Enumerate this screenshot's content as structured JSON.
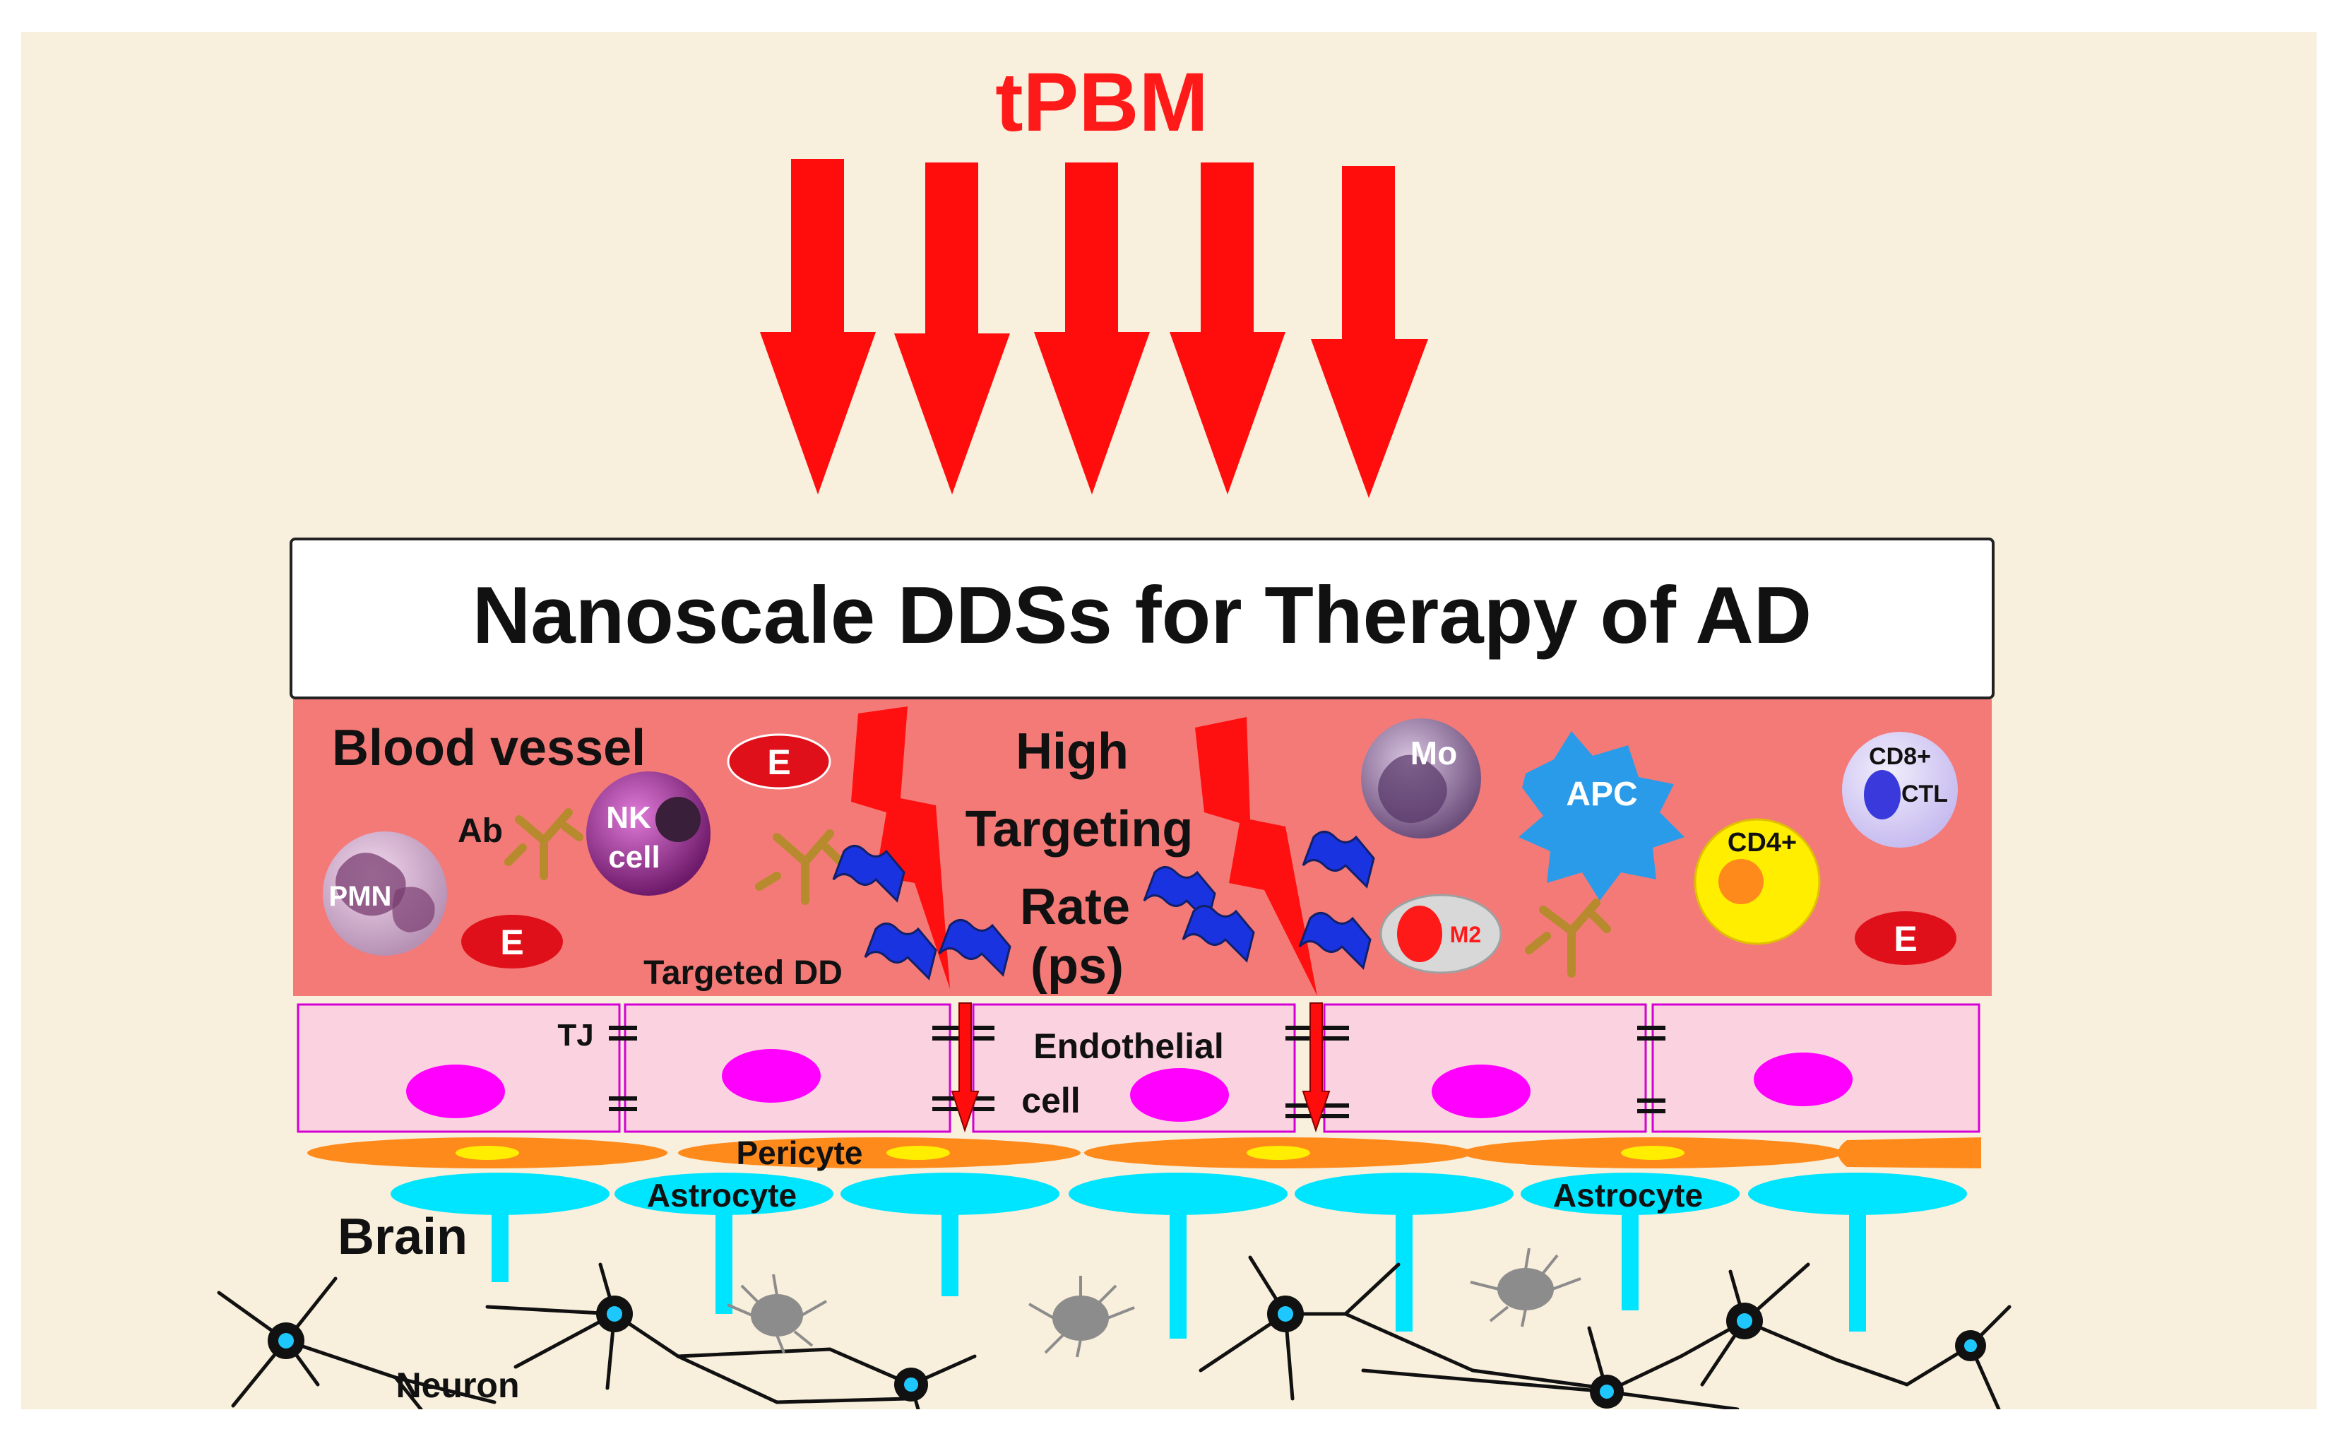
{
  "top_label": "tPBM",
  "title": "Nanoscale DDSs for Therapy of AD",
  "blood_vessel_label": "Blood vessel",
  "high_targeting": [
    "High",
    "Targeting",
    "Rate",
    "(ps)"
  ],
  "targeted_dd_label": "Targeted DD",
  "ab_label": "Ab",
  "erythrocyte_label": "E",
  "cells": {
    "nk": [
      "NK",
      "cell"
    ],
    "pmn": "PMN",
    "mo": "Mo",
    "apc": "APC",
    "cd8": [
      "CD8+",
      "CTL"
    ],
    "cd4": "CD4+",
    "m2": "M2"
  },
  "tj_label": "TJ",
  "endothelial_label": [
    "Endothelial",
    "cell"
  ],
  "pericyte_label": "Pericyte",
  "astrocyte_label": "Astrocyte",
  "brain_label": "Brain",
  "neuron_label": "Neuron",
  "colors": {
    "background": "#f8efdc",
    "vessel": "#f47a78",
    "endothelial": "#fbd3e0",
    "nucleus": "#ff00ff",
    "pericyte": "#ff8a1c",
    "astrocyte": "#00e5ff",
    "arrow": "#ff0d0d",
    "dd": "#1a33e0"
  }
}
